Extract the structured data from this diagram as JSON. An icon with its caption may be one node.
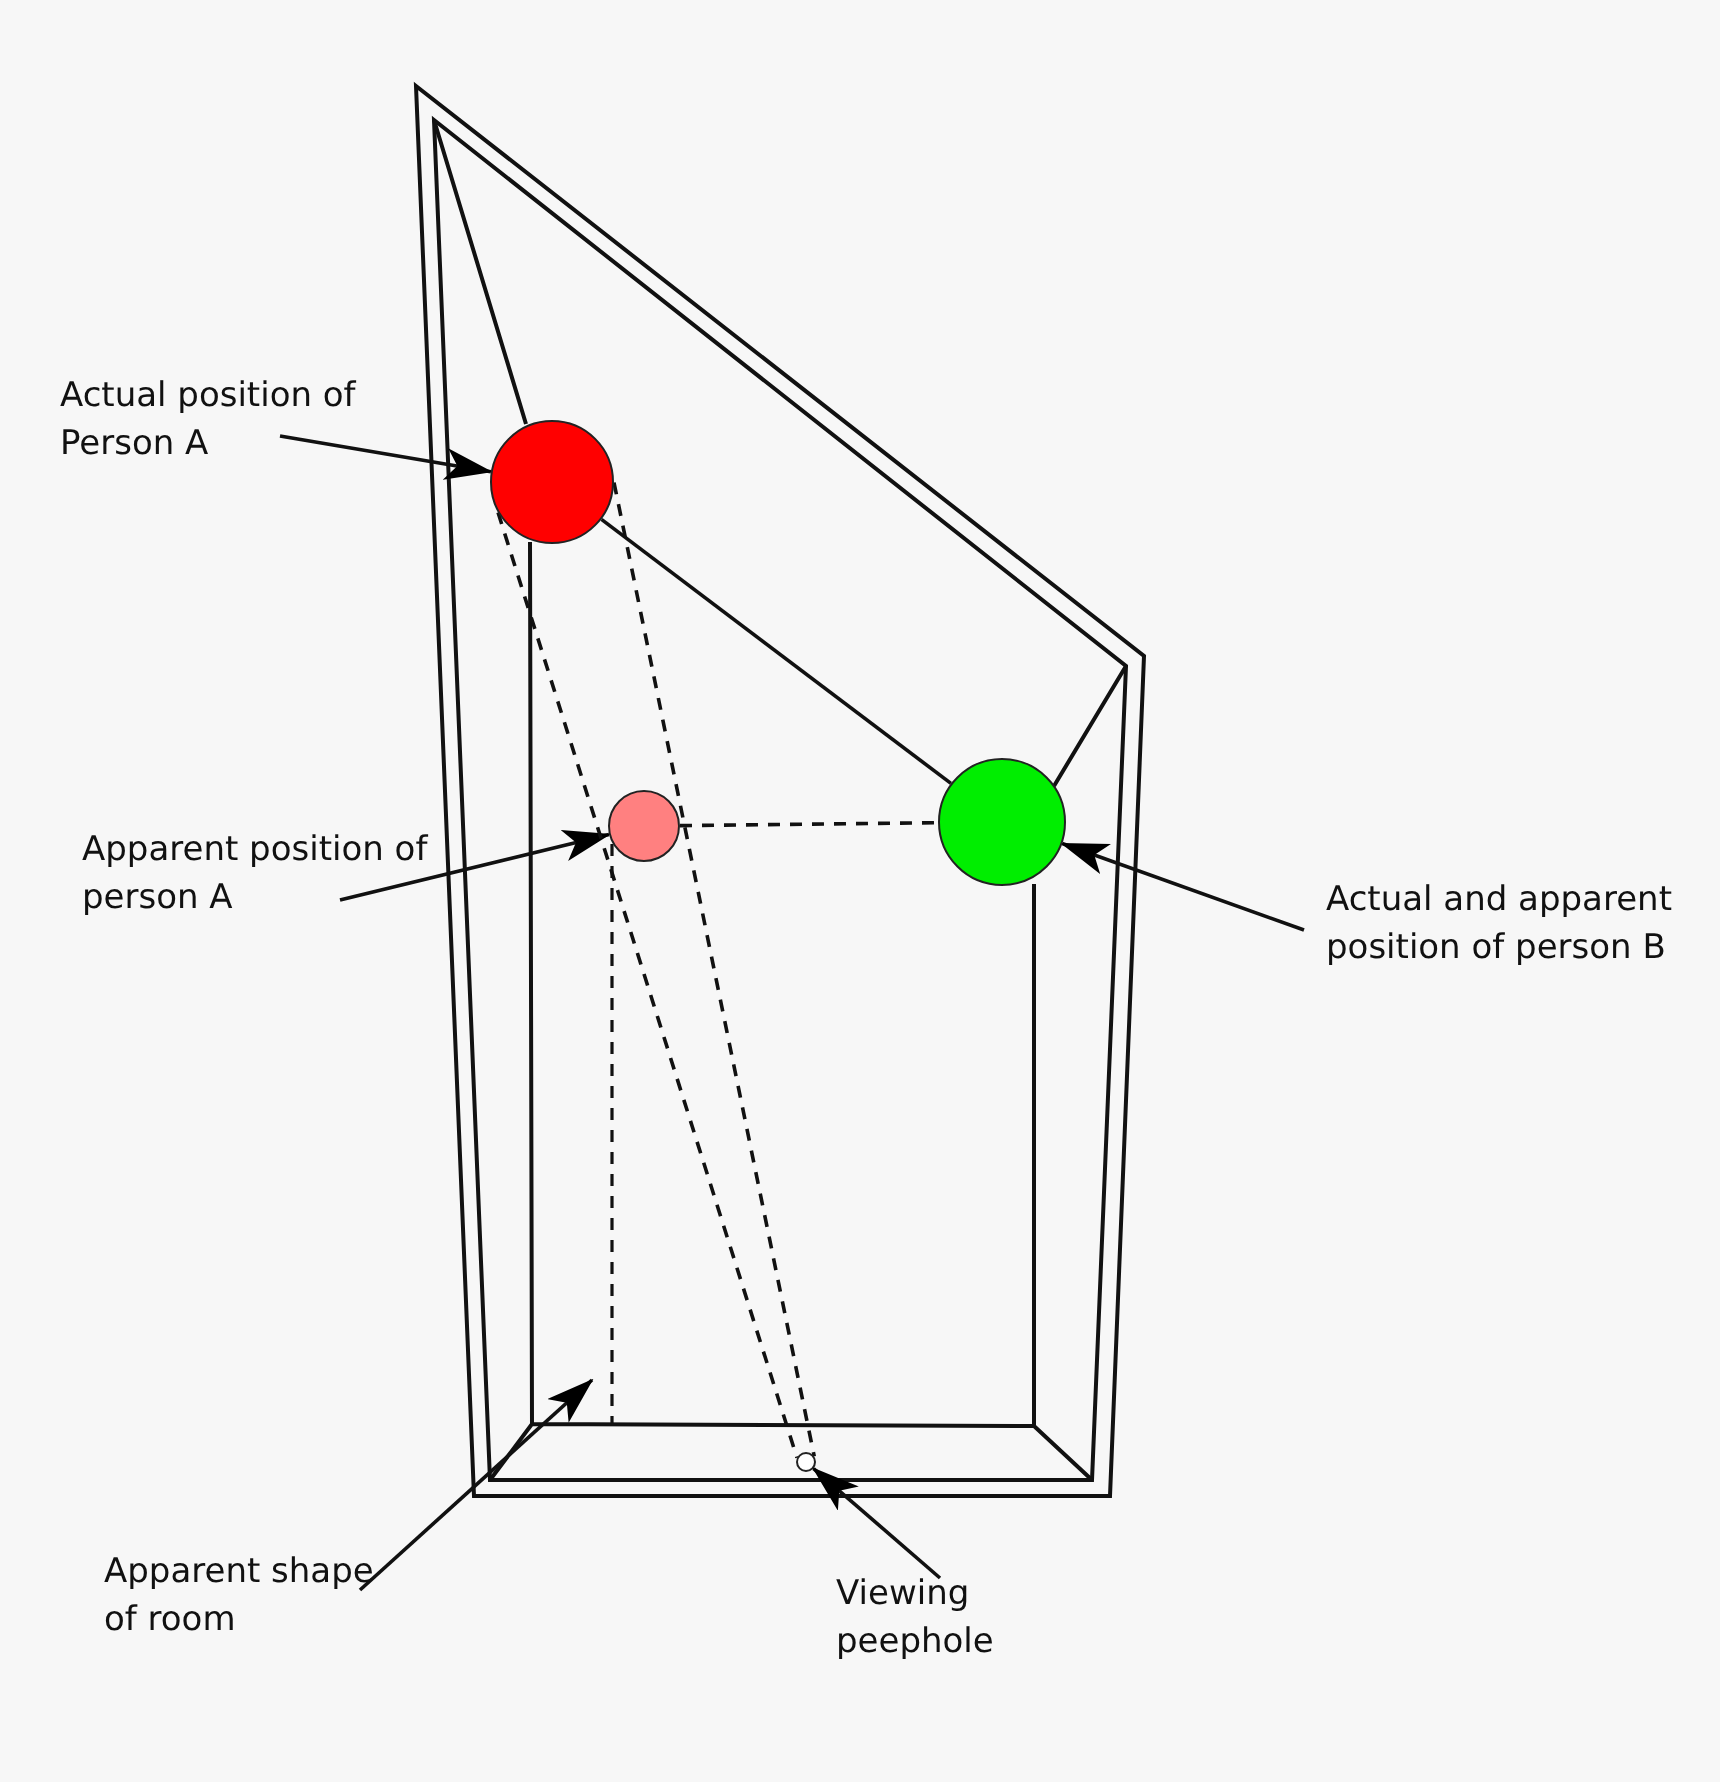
{
  "diagram": {
    "nodes": [
      {
        "text": [
          "Actual position of Person A"
        ]
      },
      {
        "text": [
          "Apparent position of person A"
        ]
      },
      {
        "text": [
          "Actual and apparent position of person B"
        ]
      },
      {
        "text": [
          "Apparent shape of room"
        ]
      },
      {
        "text": [
          "Viewing peephole"
        ]
      },
      {
        "text": [],
        "shape": "circle"
      },
      {
        "text": [],
        "shape": "circle"
      },
      {
        "text": [],
        "shape": "circle"
      },
      {
        "text": [],
        "shape": "circle"
      }
    ],
    "edges": [
      {
        "from": 0,
        "to": 5,
        "arrow": "to"
      },
      {
        "from": 1,
        "to": 6,
        "arrow": "to"
      },
      {
        "from": 2,
        "to": 7,
        "arrow": "to"
      },
      {
        "from": 3,
        "to": null,
        "arrow": "to"
      },
      {
        "from": 4,
        "to": 8,
        "arrow": "to"
      },
      {
        "from": 5,
        "to": 7,
        "arrow": "none"
      },
      {
        "from": 6,
        "to": 7,
        "arrow": "none",
        "style": "dashed"
      },
      {
        "from": 5,
        "to": 8,
        "arrow": "none",
        "style": "dashed"
      },
      {
        "from": 5,
        "to": 8,
        "arrow": "none",
        "style": "dashed"
      }
    ]
  }
}
